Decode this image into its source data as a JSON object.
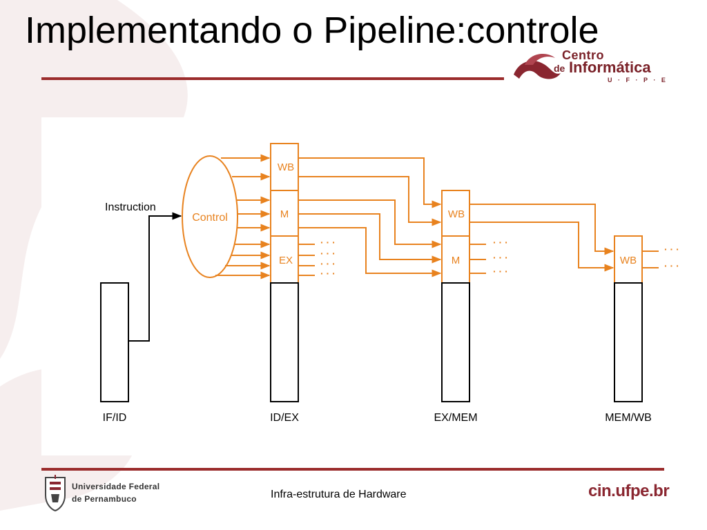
{
  "slide": {
    "title": "Implementando o Pipeline:controle"
  },
  "logo_top": {
    "line1": "Centro",
    "line2_prefix": "de",
    "line2": "Informática",
    "line3": "U · F · P · E"
  },
  "diagram": {
    "instruction_label": "Instruction",
    "control_label": "Control",
    "ellipsis": "· · ·",
    "fields": {
      "wb": "WB",
      "m": "M",
      "ex": "EX"
    },
    "registers": {
      "if_id": "IF/ID",
      "id_ex": "ID/EX",
      "ex_mem": "EX/MEM",
      "mem_wb": "MEM/WB"
    }
  },
  "footer": {
    "university_line1": "Universidade Federal",
    "university_line2": "de Pernambuco",
    "center_text": "Infra-estrutura de Hardware",
    "site": "cin.ufpe.br"
  },
  "colors": {
    "accent_orange": "#e8821e",
    "brand_red": "#8a2630",
    "rule_red": "#9b2c2c"
  }
}
